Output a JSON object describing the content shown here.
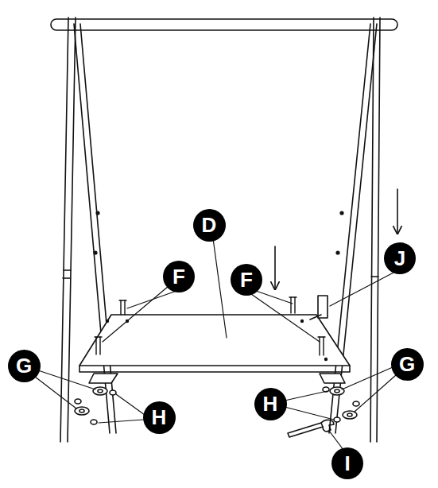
{
  "diagram": {
    "nodes": [
      {
        "text": [
          "D"
        ]
      },
      {
        "text": [
          "J"
        ]
      },
      {
        "text": [
          "F"
        ]
      },
      {
        "text": [
          "F"
        ]
      },
      {
        "text": [
          "G"
        ]
      },
      {
        "text": [
          "G"
        ]
      },
      {
        "text": [
          "H"
        ]
      },
      {
        "text": [
          "H"
        ]
      },
      {
        "text": [
          "I"
        ]
      }
    ]
  }
}
